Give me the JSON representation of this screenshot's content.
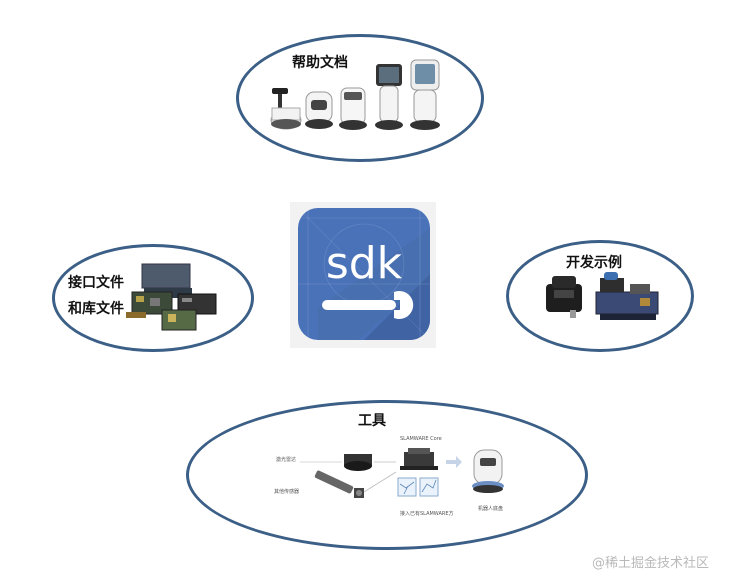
{
  "center": {
    "icon_text": "sdk"
  },
  "nodes": {
    "help_docs": {
      "label": "帮助文档"
    },
    "interface_files": {
      "label_line1": "接口文件",
      "label_line2": "和库文件"
    },
    "dev_examples": {
      "label": "开发示例"
    },
    "tools": {
      "label": "工具",
      "captions": {
        "top_left": "激光雷达",
        "bottom_left": "其他传感器",
        "top_mid": "SLAMWARE Core",
        "bottom_mid": "接入已有SLAMWARE方",
        "right": "机器人底盘"
      }
    }
  },
  "watermark": "@稀土掘金技术社区",
  "colors": {
    "ellipse_border": "#3b5f86",
    "icon_bg": "#4a72b8"
  }
}
